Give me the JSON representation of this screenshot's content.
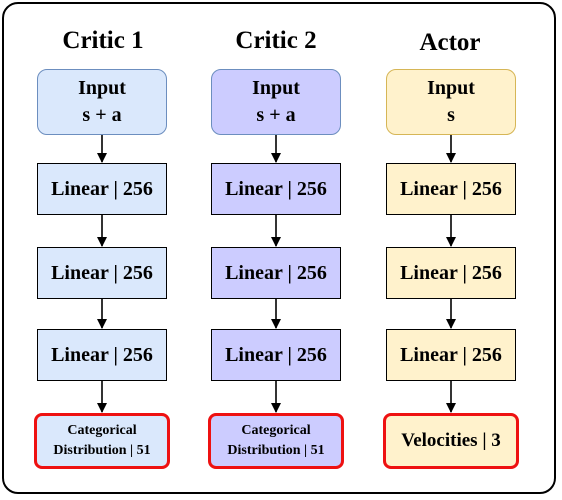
{
  "columns": [
    {
      "title": "Critic 1",
      "input": {
        "line1": "Input",
        "line2": "s + a"
      },
      "layers": [
        "Linear | 256",
        "Linear | 256",
        "Linear | 256"
      ],
      "output": {
        "line1": "Categorical",
        "line2": "Distribution | 51"
      }
    },
    {
      "title": "Critic 2",
      "input": {
        "line1": "Input",
        "line2": "s + a"
      },
      "layers": [
        "Linear | 256",
        "Linear | 256",
        "Linear | 256"
      ],
      "output": {
        "line1": "Categorical",
        "line2": "Distribution | 51"
      }
    },
    {
      "title": "Actor",
      "input": {
        "line1": "Input",
        "line2": "s"
      },
      "layers": [
        "Linear | 256",
        "Linear | 256",
        "Linear | 256"
      ],
      "output": {
        "line1": "Velocities | 3"
      }
    }
  ],
  "colors": {
    "critic1_fill": "#dae8fc",
    "critic2_fill": "#ccccff",
    "actor_fill": "#fff2cc",
    "output_border": "#ee1111",
    "critic_input_border": "#6c8ebf",
    "actor_input_border": "#d6b656"
  }
}
